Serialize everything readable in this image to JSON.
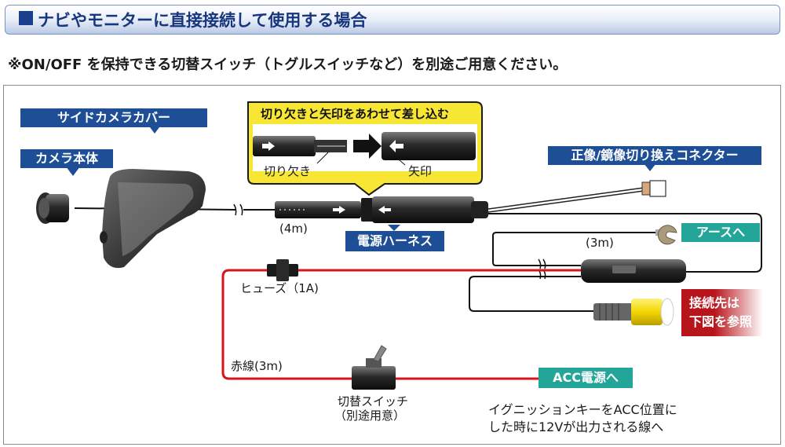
{
  "header": {
    "title": "ナビやモニターに直接接続して使用する場合"
  },
  "note": "※ON/OFF を保持できる切替スイッチ（トグルスイッチなど）を別途ご用意ください。",
  "labels": {
    "side_camera_cover": "サイドカメラカバー",
    "camera_body": "カメラ本体",
    "callout_title": "切り欠きと矢印をあわせて差し込む",
    "notch": "切り欠き",
    "arrow_mark": "矢印",
    "mirror_connector": "正像/鏡像切り換えコネクター",
    "cable_4m": "(4m)",
    "power_harness": "電源ハーネス",
    "cable_3m": "(3m)",
    "to_ground": "アースへ",
    "fuse": "ヒューズ（1A)",
    "connection_line1": "接続先は",
    "connection_line2": "下図を参照",
    "red_wire": "赤線(3m)",
    "switch_line1": "切替スイッチ",
    "switch_line2": "（別途用意）",
    "to_acc": "ACC電源へ",
    "acc_desc_line1": "イグニッションキーをACC位置に",
    "acc_desc_line2": "した時に12Vが出力される線へ"
  },
  "colors": {
    "blue_label": "#1d4e96",
    "teal_label": "#23a59a",
    "red_wire": "#d7141c",
    "callout_yellow": "#f7e633",
    "rca_yellow": "#f2d600"
  }
}
